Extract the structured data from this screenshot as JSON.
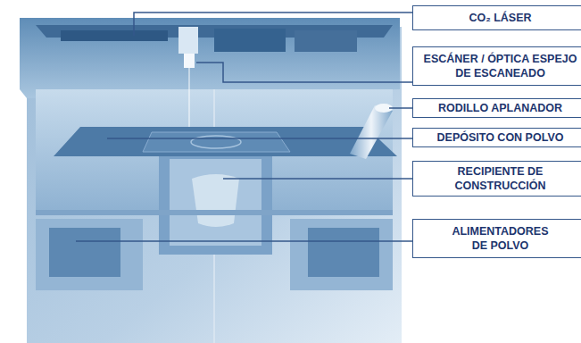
{
  "diagram": {
    "labels": [
      "CO₂ LÁSER",
      "ESCÁNER / ÓPTICA ESPEJO DE ESCANEADO",
      "RODILLO APLANADOR",
      "DEPÓSITO CON POLVO",
      "RECIPIENTE DE CONSTRUCCIÓN",
      "ALIMENTADORES DE POLVO"
    ]
  }
}
